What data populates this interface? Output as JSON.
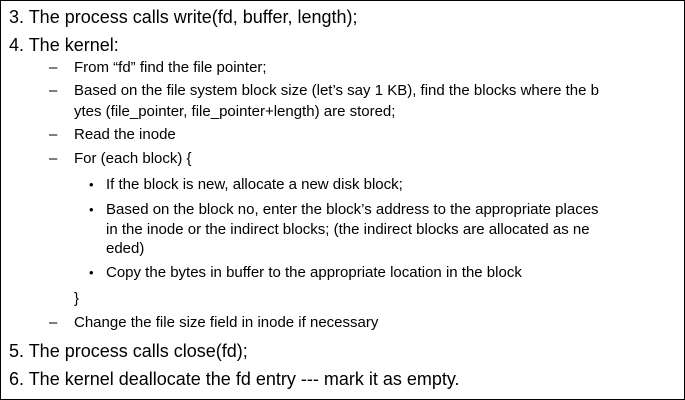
{
  "items": {
    "step3": "3. The process calls write(fd, buffer, length);",
    "step4": "4. The kernel:",
    "sub1": "From “fd” find the file pointer;",
    "sub2_line1": "Based on the file system block size (let’s say 1 KB), find the blocks where the b",
    "sub2_line2": "ytes (file_pointer, file_pointer+length) are stored;",
    "sub3": "Read the inode",
    "sub4": "For (each block) {",
    "bullet1": "If the block is new, allocate a new disk block;",
    "bullet2_line1": "Based on the block no, enter the block’s address to the appropriate places",
    "bullet2_line2": "in the inode or the indirect blocks; (the indirect blocks are allocated as ne",
    "bullet2_line3": "eded)",
    "bullet3": "Copy the bytes in buffer to the appropriate location in the block",
    "close_brace": "}",
    "sub5": "Change the file size field in inode if necessary",
    "step5": "5. The process calls close(fd);",
    "step6": "6. The kernel deallocate the fd entry --- mark it as empty."
  },
  "markers": {
    "dash": "–",
    "bullet": "•"
  }
}
